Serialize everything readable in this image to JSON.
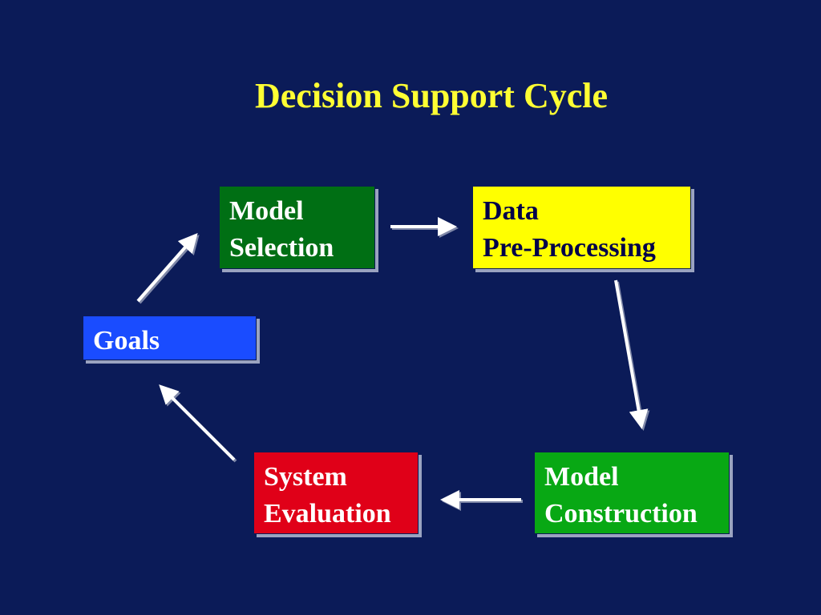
{
  "title": "Decision Support Cycle",
  "boxes": {
    "model_selection": {
      "line1": "Model",
      "line2": "Selection"
    },
    "data_preprocessing": {
      "line1": "Data",
      "line2": "Pre-Processing"
    },
    "goals": {
      "line1": "Goals"
    },
    "system_evaluation": {
      "line1": "System",
      "line2": "Evaluation"
    },
    "model_construction": {
      "line1": "Model",
      "line2": "Construction"
    }
  },
  "colors": {
    "background": "#0b1b58",
    "title": "#ffff33",
    "model_selection": "#006f14",
    "data_preprocessing": "#ffff00",
    "goals": "#1a4cff",
    "system_evaluation": "#e00018",
    "model_construction": "#08a814",
    "arrow": "#ffffff"
  }
}
